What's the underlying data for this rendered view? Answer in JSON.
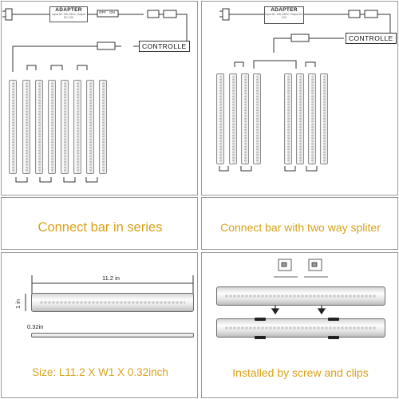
{
  "left_diagram": {
    "adapter_title": "ADAPTER",
    "adapter_spec": "Input AC 100-240V, Output DC 12V",
    "switch_labels": [
      "OFF",
      "ON"
    ],
    "controller_label": "CONTROLLE"
  },
  "right_diagram": {
    "adapter_title": "ADAPTER",
    "adapter_spec": "Input AC 100-240V, Output DC 12V",
    "controller_label": "CONTROLLE"
  },
  "captions": {
    "series": "Connect bar in series",
    "splitter": "Connect bar with two way spliter",
    "size": "Size: L11.2 X W1 X 0.32inch",
    "install": "Installed by screw and clips"
  },
  "dimensions": {
    "length": "11.2 in",
    "width": "1 in",
    "thickness": "0.32in"
  }
}
